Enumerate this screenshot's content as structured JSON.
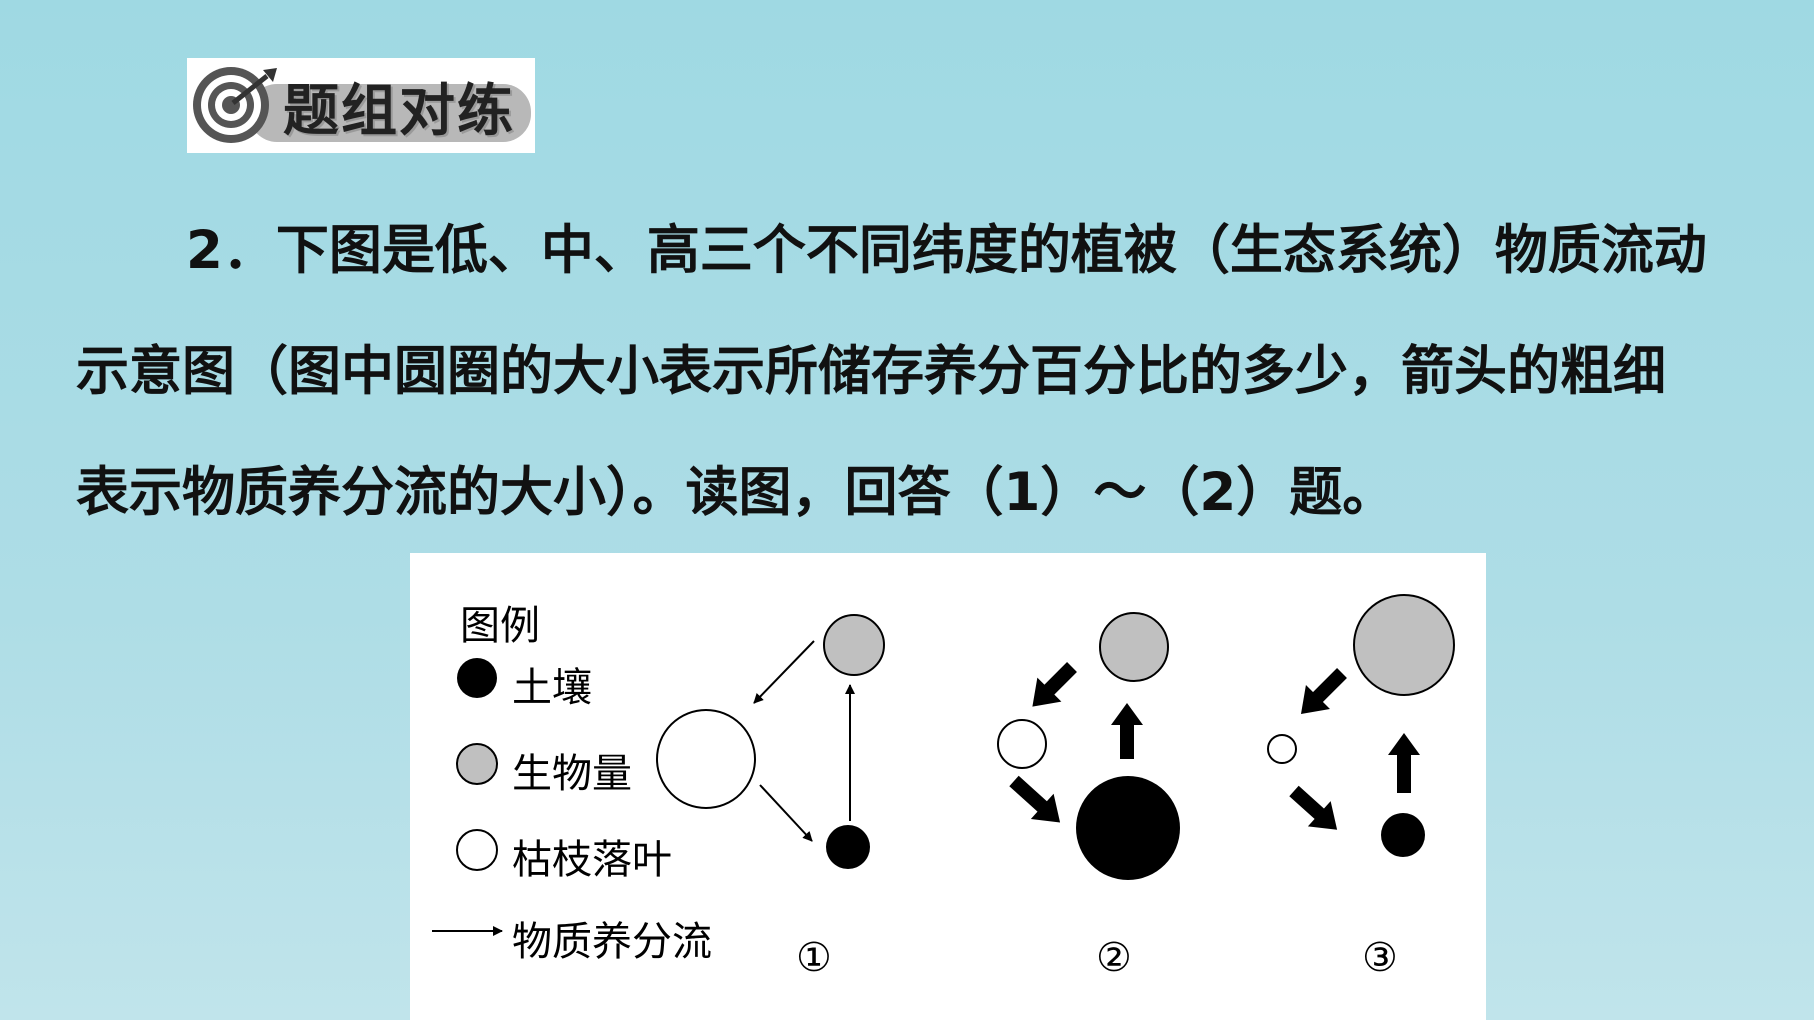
{
  "badge": {
    "icon": "target-icon",
    "label": "题组对练"
  },
  "question": {
    "number": "2．",
    "text": "下图是低、中、高三个不同纬度的植被（生态系统）物质流动示意图（图中圆圈的大小表示所储存养分百分比的多少，箭头的粗细表示物质养分流的大小）。读图，回答（1）～（2）题。"
  },
  "figure": {
    "legend": {
      "title": "图例",
      "items": [
        {
          "label": "土壤",
          "color": "#000000"
        },
        {
          "label": "生物量",
          "color": "#c0c0c0"
        },
        {
          "label": "枯枝落叶",
          "color": "#ffffff"
        },
        {
          "label": "物质养分流",
          "symbol": "arrow"
        }
      ]
    },
    "panels": [
      {
        "label": "①"
      },
      {
        "label": "②"
      },
      {
        "label": "③"
      }
    ]
  }
}
